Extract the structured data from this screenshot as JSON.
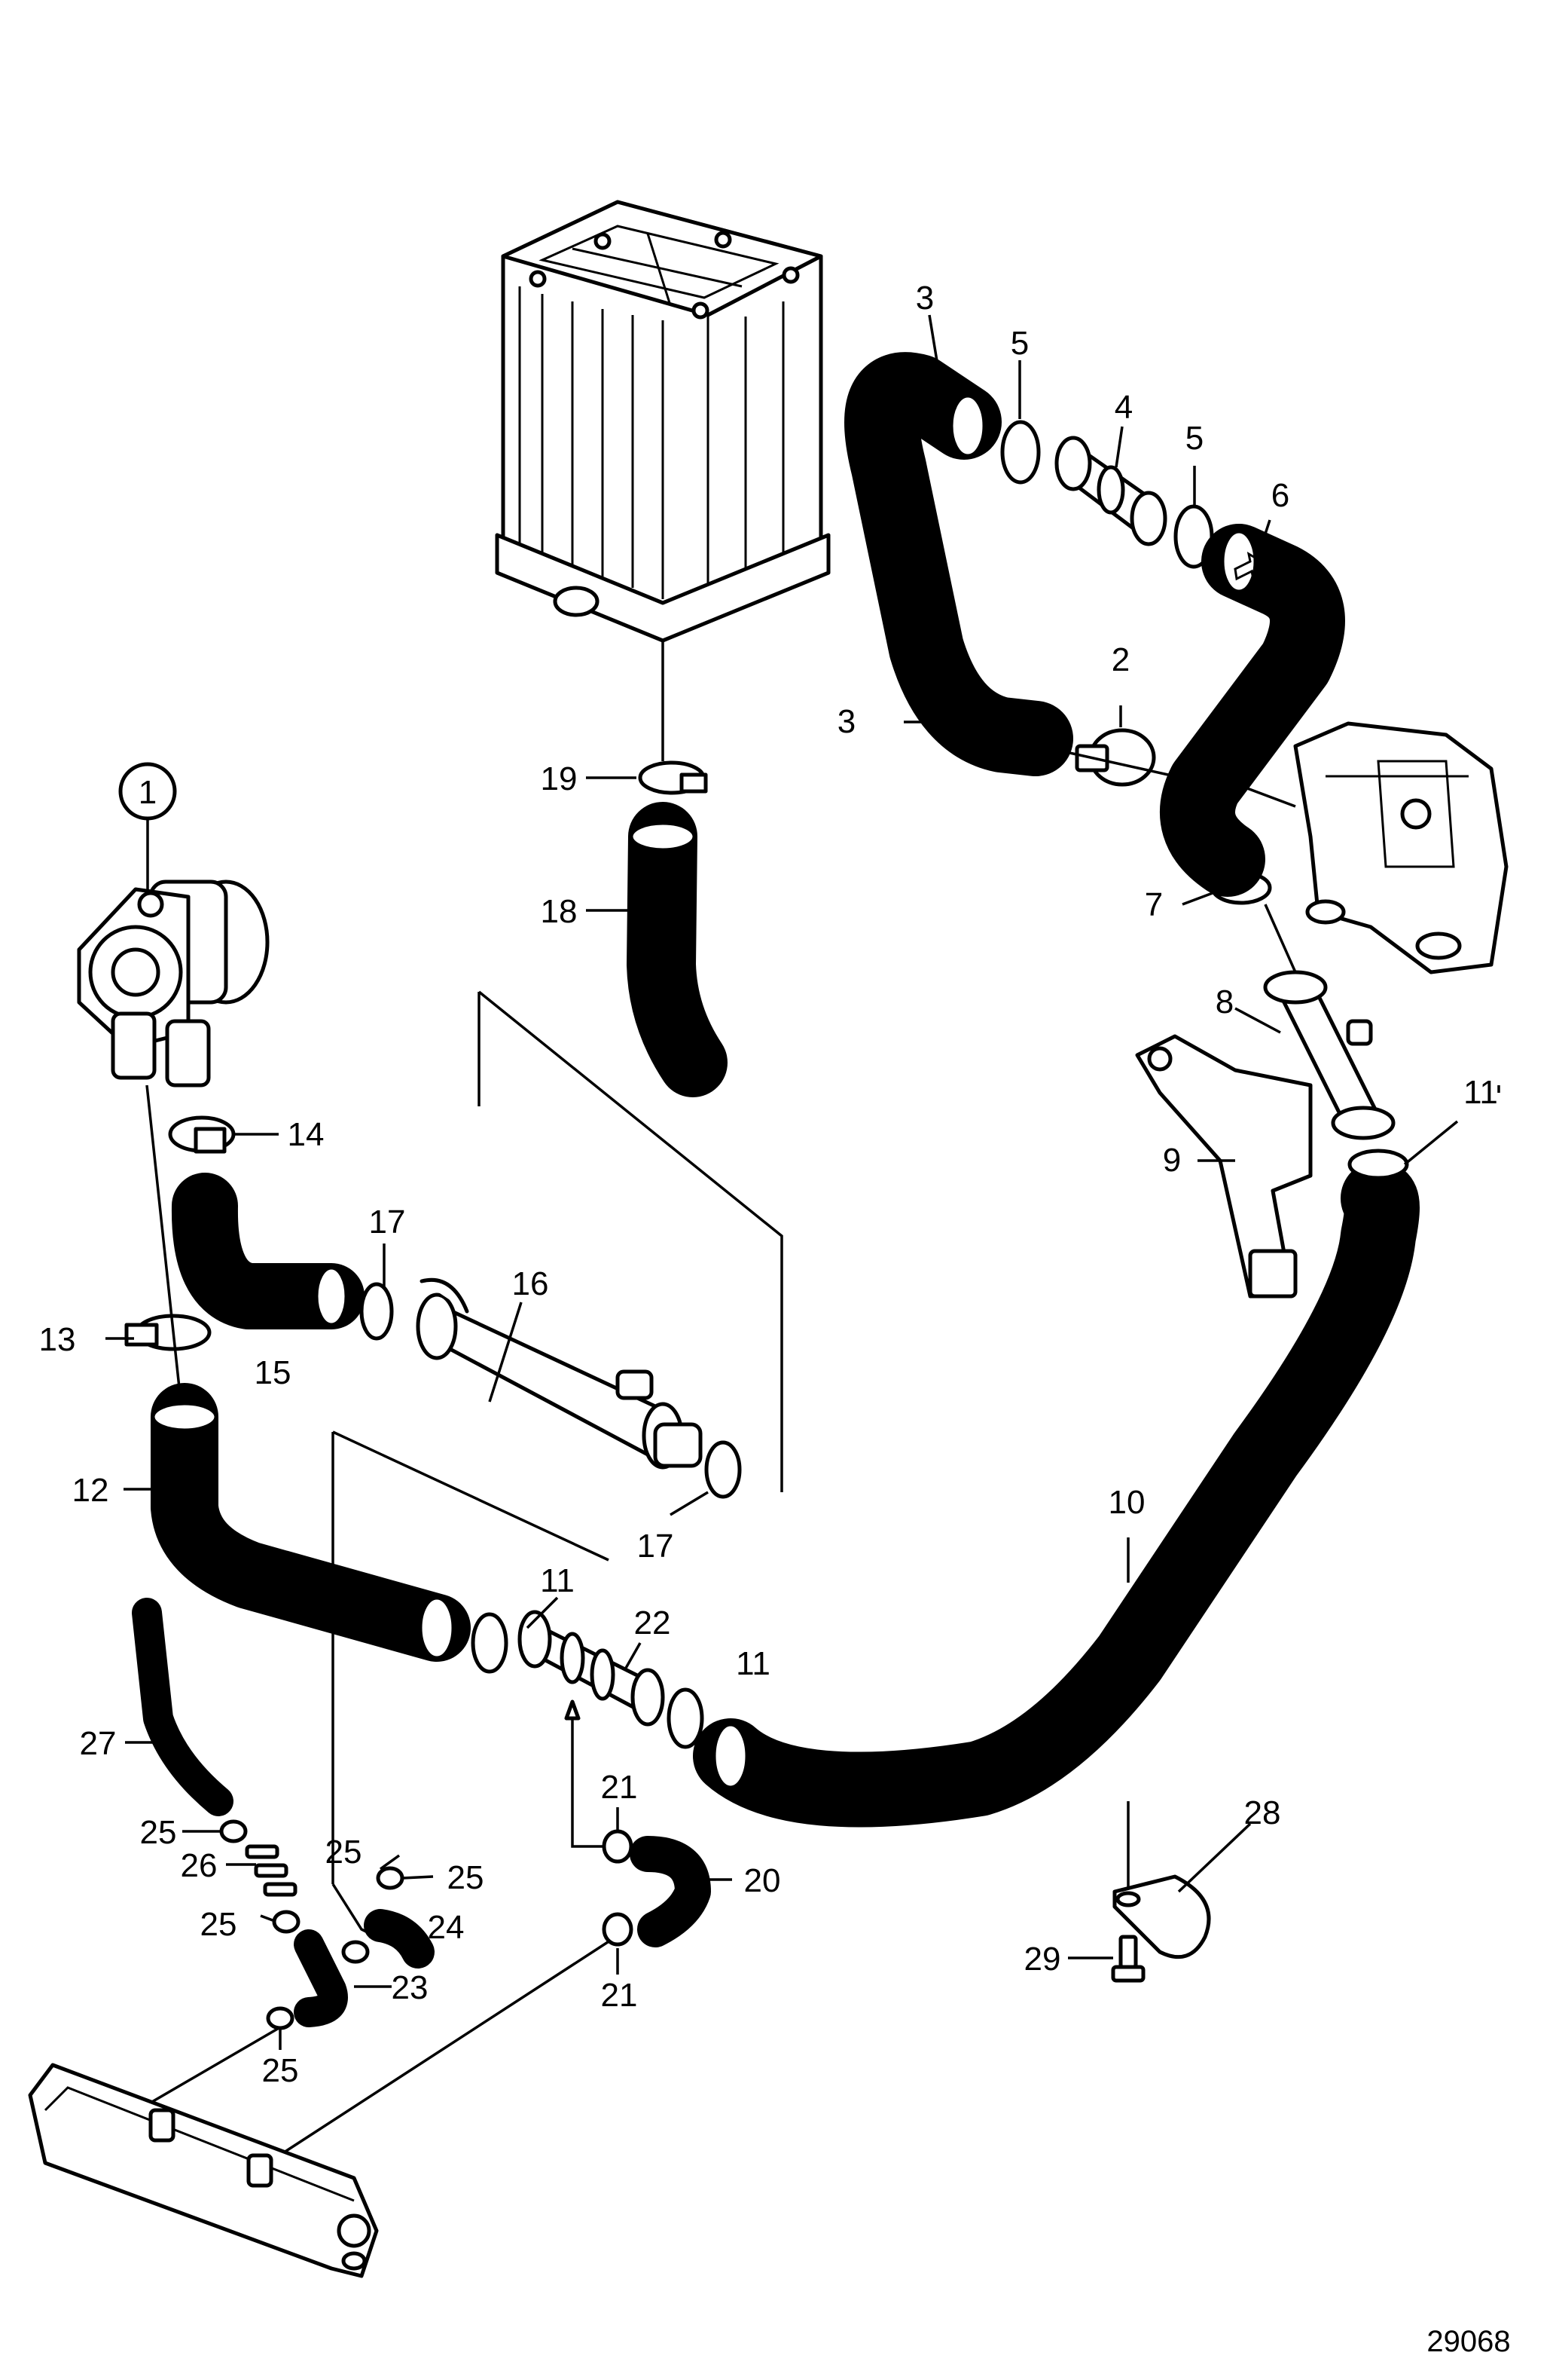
{
  "drawing_number": "29068",
  "callouts": {
    "c1": "1",
    "c2": "2",
    "c3a": "3",
    "c3b": "3",
    "c4": "4",
    "c5a": "5",
    "c5b": "5",
    "c6": "6",
    "c7": "7",
    "c8": "8",
    "c9": "9",
    "c10": "10",
    "c11a": "11",
    "c11b": "11",
    "c11c": "11",
    "c12": "12",
    "c13": "13",
    "c14": "14",
    "c15": "15",
    "c16": "16",
    "c17a": "17",
    "c17b": "17",
    "c18": "18",
    "c19": "19",
    "c20": "20",
    "c21a": "21",
    "c21b": "21",
    "c22": "22",
    "c23": "23",
    "c24": "24",
    "c25a": "25",
    "c25b": "25",
    "c25c": "25",
    "c25d": "25",
    "c25e": "25",
    "c26": "26",
    "c27": "27",
    "c28": "28",
    "c29": "29"
  }
}
